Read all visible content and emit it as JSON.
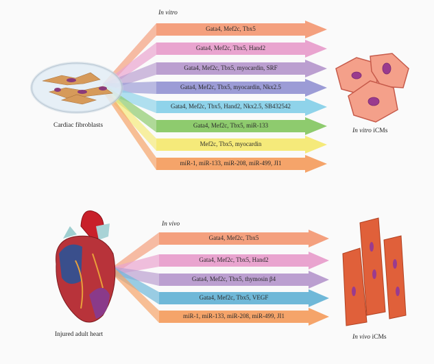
{
  "in_vitro": {
    "heading": "In vitro",
    "source_label": "Cardiac fibroblasts",
    "target_label_italic": "In vitro",
    "target_label_rest": " iCMs",
    "arrows": [
      {
        "label": "Gata4, Mef2c, Tbx5",
        "color": "#f4a07e"
      },
      {
        "label": "Gata4, Mef2c, Tbx5, Hand2",
        "color": "#e9a4cf"
      },
      {
        "label": "Gata4, Mef2c, Tbx5, myocardin, SRF",
        "color": "#bb9fd0"
      },
      {
        "label": "Gata4, Mef2c, Tbx5, myocardin, Nkx2.5",
        "color": "#9c9cd6"
      },
      {
        "label": "Gata4, Mef2c, Tbx5, Hand2, Nkx2.5, SB432542",
        "color": "#8fd3ea"
      },
      {
        "label": "Gata4, Mef2c, Tbx5, miR-133",
        "color": "#8ecb6e"
      },
      {
        "label": "Mef2c, Tbx5, myocardin",
        "color": "#f5ea7a"
      },
      {
        "label": "miR-1, miR-133, miR-208, miR-499, JI1",
        "color": "#f5a46a"
      }
    ]
  },
  "in_vivo": {
    "heading": "In vivo",
    "source_label": "Injured adult heart",
    "target_label_italic": "In vivo",
    "target_label_rest": " iCMs",
    "arrows": [
      {
        "label": "Gata4, Mef2c, Tbx5",
        "color": "#f4a07e"
      },
      {
        "label": "Gata4, Mef2c, Tbx5, Hand2",
        "color": "#e9a4cf"
      },
      {
        "label": "Gata4, Mef2c, Tbx5, thymosin β4",
        "color": "#bb9fd0"
      },
      {
        "label": "Gata4, Mef2c, Tbx5, VEGF",
        "color": "#6fb8d8"
      },
      {
        "label": "miR-1, miR-133, miR-208, miR-499, JI1",
        "color": "#f5a46a"
      }
    ]
  }
}
